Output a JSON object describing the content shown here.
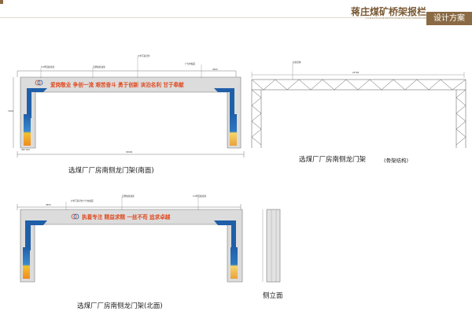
{
  "header": {
    "title": "蒋庄煤矿桥架报栏",
    "subtitle": "JIANGZHUANGMEIKUANGQIAOJIABAOLAN",
    "badge": "设计方案"
  },
  "south_view": {
    "caption": "选煤厂厂房南侧龙门架(南面)",
    "slogan": "爱岗敬业  争创一流  艰苦奋斗  勇于创新  淡泊名利  甘于奉献",
    "notes": [
      "5.0厚铝板喷漆",
      "铝塑板喷油漆",
      "户外写真室外",
      "广告布贴面"
    ],
    "dims": {
      "height": "7200",
      "width": "30000",
      "foot": "300  300",
      "top": "4600"
    }
  },
  "structure_view": {
    "caption_main": "选煤厂厂房南侧龙门架",
    "caption_sub": "(骨架结构)",
    "notes": [
      "桁架结构"
    ],
    "dims": {
      "span": "22760"
    }
  },
  "north_view": {
    "caption": "选煤厂厂房南侧龙门架(北面)",
    "slogan": "执着专注  精益求精  一丝不苟  追求卓越",
    "notes": [
      "户外写真室外广告布贴面",
      "铝塑板喷油漆",
      "5.0厚铝板喷漆"
    ],
    "dims": {
      "top": "4600"
    }
  },
  "side_view": {
    "caption": "侧立面"
  },
  "colors": {
    "brand": "#8a6a44",
    "slogan": "#e0481d",
    "frame_blue": "#1f5fa8",
    "frame_yellow": "#f2c230"
  }
}
